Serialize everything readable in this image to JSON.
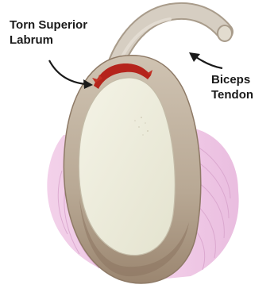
{
  "labels": {
    "torn_superior_labrum": {
      "line1": "Torn Superior",
      "line2": "Labrum"
    },
    "biceps_tendon": {
      "line1": "Biceps",
      "line2": "Tendon"
    }
  },
  "colors": {
    "labrum_outer": "#b9ab9b",
    "labrum_inner": "#c8bba9",
    "tendon": "#d2cabd",
    "glenoid_cartilage": "#eeeedd",
    "tear": "#b5241c",
    "capsule_pink": "#ecc0e0",
    "capsule_lines": "#d9a3cc",
    "bone_shadow": "#9a8068",
    "arrow": "#1a1a1a"
  }
}
